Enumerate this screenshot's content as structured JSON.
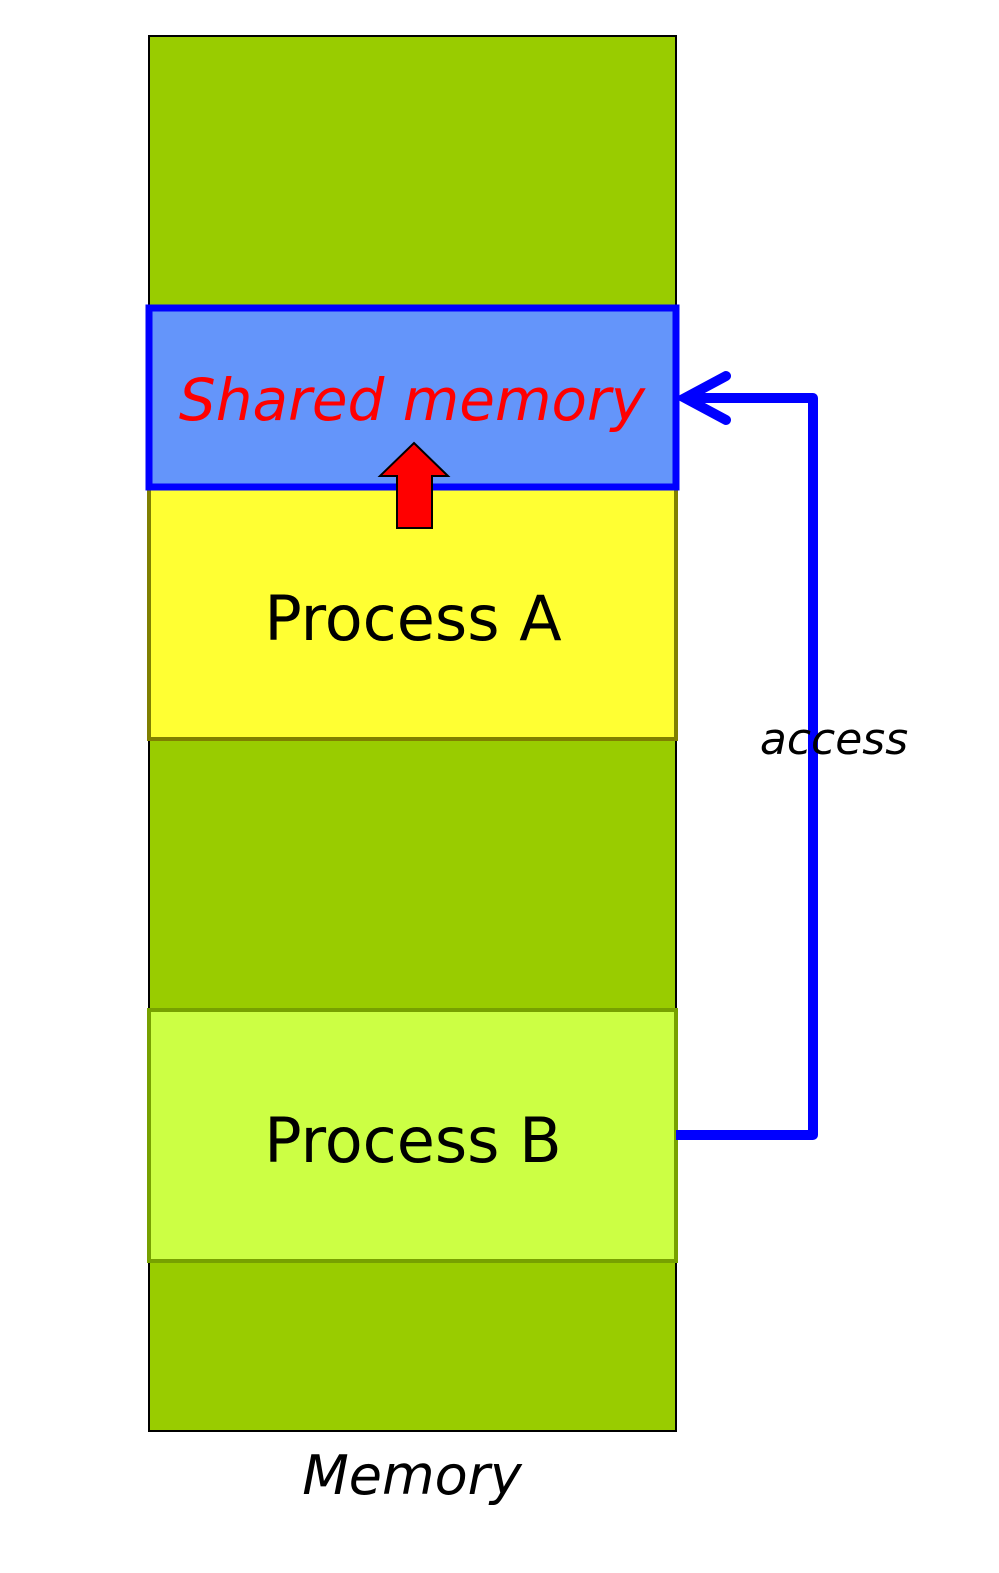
{
  "diagram": {
    "title": "Memory",
    "colors": {
      "memory_fill": "#99cc00",
      "shared_fill": "#6495fa",
      "shared_border": "#0000ff",
      "shared_text": "#ff0000",
      "process_a_fill": "#ffff33",
      "process_a_border": "#808000",
      "process_b_fill": "#ccff44",
      "process_b_border": "#77a100",
      "access_arrow": "#0000ff",
      "map_arrow": "#ff0000"
    },
    "regions": {
      "shared": {
        "label": "Shared memory"
      },
      "process_a": {
        "label": "Process A"
      },
      "process_b": {
        "label": "Process B"
      }
    },
    "connector": {
      "label": "access",
      "from": "Process B",
      "to": "Shared memory"
    },
    "memory_label": "Memory"
  }
}
